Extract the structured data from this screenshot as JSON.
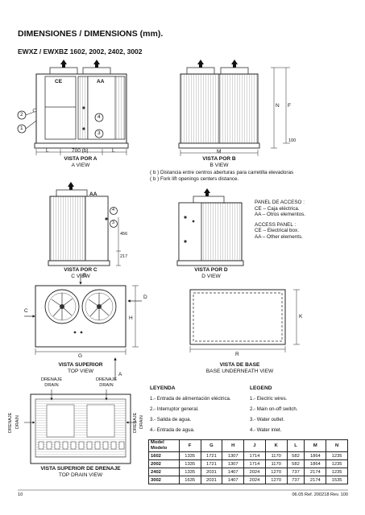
{
  "header": {
    "title": "DIMENSIONES / DIMENSIONS (mm).",
    "models": "EWXZ / EWXBZ 1602, 2002, 2402, 3002"
  },
  "views": {
    "a": {
      "label_es": "VISTA POR A",
      "label_en": "A VIEW",
      "box_ce": "CE",
      "box_aa": "AA",
      "dim_l": "L",
      "dim_b": "700 (b)"
    },
    "b": {
      "label_es": "VISTA POR B",
      "label_en": "B VIEW",
      "dim_m": "M",
      "dim_n": "N",
      "dim_f": "F",
      "dim_100": "100"
    },
    "c": {
      "label_es": "VISTA POR C",
      "label_en": "C VIEW",
      "box_aa": "AA",
      "dim_456": "456",
      "dim_217": "217"
    },
    "d": {
      "label_es": "VISTA POR D",
      "label_en": "D VIEW"
    },
    "top": {
      "label_es": "VISTA SUPERIOR",
      "label_en": "TOP VIEW",
      "dim_g": "G",
      "dim_h": "H",
      "arrow_a": "A",
      "arrow_b": "B",
      "arrow_c": "C",
      "arrow_d": "D"
    },
    "base": {
      "label_es": "VISTA DE BASE",
      "label_en": "BASE UNDERNEATH VIEW",
      "dim_r": "R",
      "dim_k": "K"
    },
    "drain": {
      "label_es": "VISTA SUPERIOR DE DRENAJE",
      "label_en": "TOP DRAIN VIEW",
      "drain_es": "DRENAJE",
      "drain_en": "DRAIN"
    }
  },
  "notes": {
    "b_es": "( b ) Distancia entre centros aberturas para carretilla elevadoras",
    "b_en": "( b ) Fork lift openings centers distance."
  },
  "access_panel": {
    "title_es": "PANEL DE ACCESO :",
    "ce_es": "CE – Caja eléctrica.",
    "aa_es": "AA – Otros elementos.",
    "title_en": "ACCESS PANEL :",
    "ce_en": "CE – Electrical box.",
    "aa_en": "AA – Other elements."
  },
  "callouts": [
    "1",
    "2",
    "3",
    "4"
  ],
  "legend": {
    "heading_es": "LEYENDA",
    "heading_en": "LEGEND",
    "items_es": [
      "1.- Entrada de alimentación eléctrica.",
      "2.- Interruptor general.",
      "3.- Salida de agua.",
      "4.- Entrada de agua."
    ],
    "items_en": [
      "1.- Electric wires.",
      "2.- Main on-off switch.",
      "3.- Water outlet.",
      "4.- Water inlet."
    ]
  },
  "table": {
    "header_en": "Model",
    "header_es": "Modelo",
    "columns": [
      "F",
      "G",
      "H",
      "J",
      "K",
      "L",
      "M",
      "N"
    ],
    "rows": [
      {
        "model": "1602",
        "values": [
          "1335",
          "1721",
          "1307",
          "1714",
          "1170",
          "582",
          "1864",
          "1235"
        ]
      },
      {
        "model": "2002",
        "values": [
          "1335",
          "1721",
          "1307",
          "1714",
          "1170",
          "582",
          "1864",
          "1235"
        ]
      },
      {
        "model": "2402",
        "values": [
          "1335",
          "2031",
          "1407",
          "2024",
          "1270",
          "737",
          "2174",
          "1235"
        ]
      },
      {
        "model": "3002",
        "values": [
          "1635",
          "2031",
          "1407",
          "2024",
          "1270",
          "737",
          "2174",
          "1535"
        ]
      }
    ]
  },
  "footer": {
    "page": "10",
    "ref": "06.05  Ref. 200218 Rev. 100"
  }
}
